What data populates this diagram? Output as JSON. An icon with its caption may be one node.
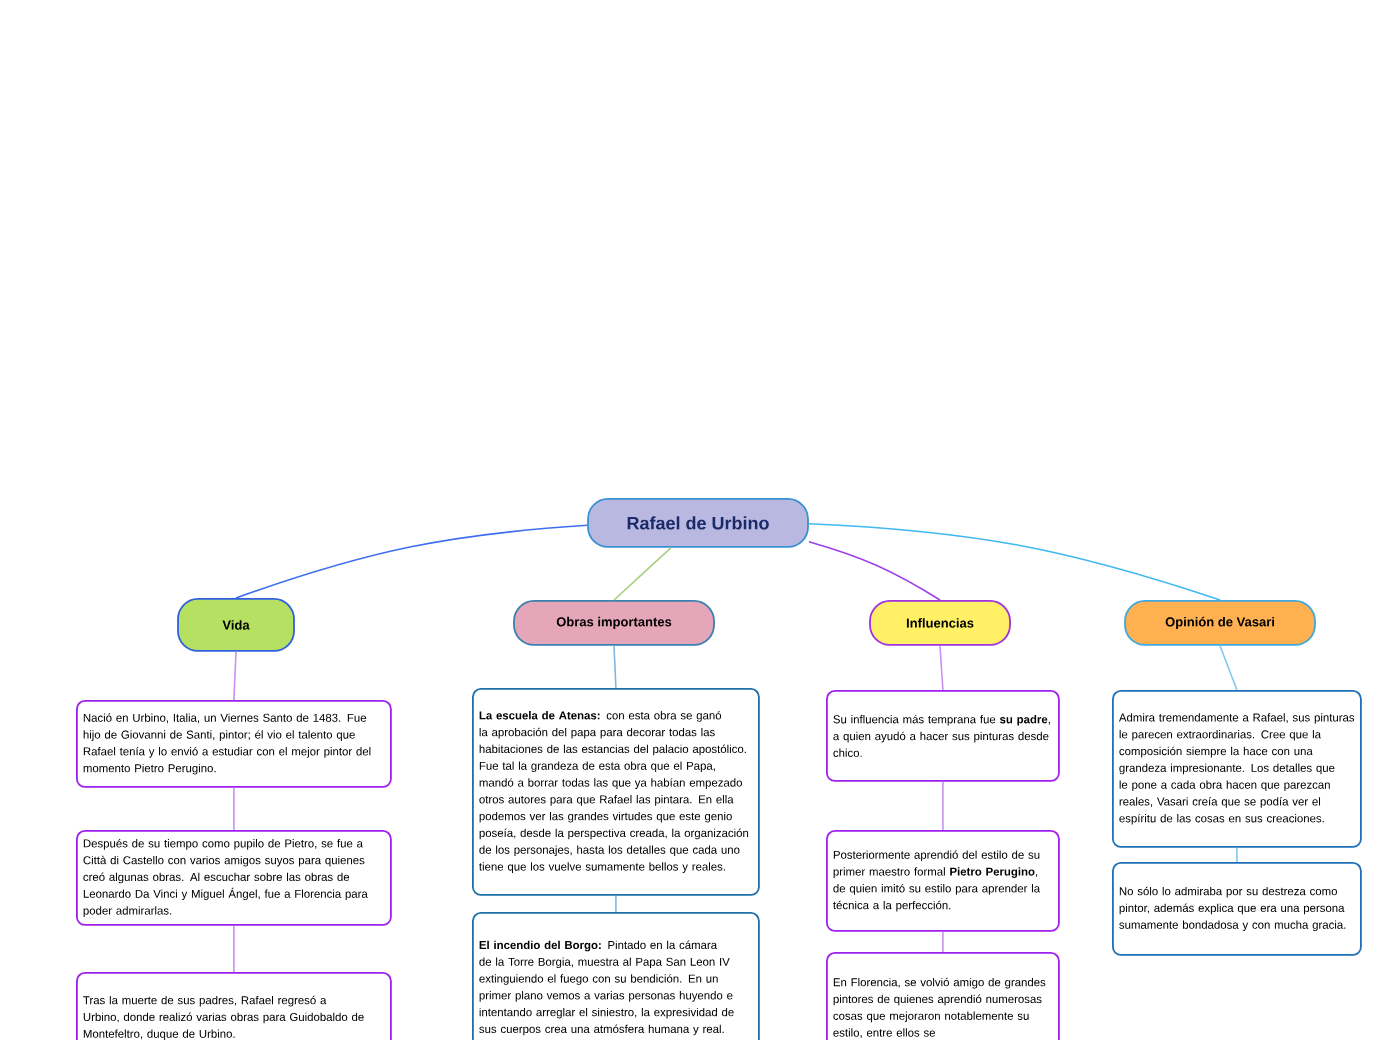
{
  "diagram": {
    "nodes": [
      {
        "text": [
          "Rafael de Urbino"
        ]
      },
      {
        "text": [
          "Vida"
        ]
      },
      {
        "text": [
          "Obras importantes"
        ]
      },
      {
        "text": [
          "Influencias"
        ]
      },
      {
        "text": [
          "Opinión de Vasari"
        ]
      },
      {
        "text": [
          "Nació en Urbino, Italia, un Viernes Santo de 1483. Fue hijo de Giovanni de Santi, pintor; él vio el talento que Rafael tenía y lo envió a estudiar con el mejor pintor del momento Pietro Perugino."
        ]
      },
      {
        "text": [
          "Después de su tiempo como pupilo de Pietro, se fue a Città di Castello con varios amigos suyos para quienes creó algunas obras. Al escuchar sobre las obras de Leonardo Da Vinci y Miguel Ángel, fue a Florencia para poder admirarlas."
        ]
      },
      {
        "text": [
          "Tras la muerte de sus padres, Rafael regresó a Urbino, donde realizó varias obras para Guidobaldo de Montefeltro, duque de Urbino."
        ]
      },
      {
        "text": [
          "**La escuela de Atenas:** con esta obra se ganó la aprobación del papa para decorar todas las habitaciones de las estancias del palacio apostólico. Fue tal la grandeza de esta obra que el Papa, mandó a borrar todas las que ya habían empezado otros autores para que Rafael las pintara. En ella podemos ver las grandes virtudes que este genio poseía, desde la perspectiva creada, la organización de los personajes, hasta los detalles que cada uno tiene que los vuelve sumamente bellos y reales."
        ]
      },
      {
        "text": [
          "**El incendio del Borgo:** Pintado en la cámara de la Torre Borgia, muestra al Papa San Leon IV extinguiendo el fuego con su bendición. En un primer plano vemos a varias personas huyendo e intentando arreglar el siniestro, la expresividad de sus cuerpos crea una atmósfera humana y real."
        ]
      },
      {
        "text": [
          "Su influencia más temprana fue **su padre**, a quien ayudó a hacer sus pinturas desde chico."
        ]
      },
      {
        "text": [
          "Posteriormente aprendió del estilo de su primer maestro formal **Pietro Perugino**, de quien imitó su estilo para aprender la técnica a la perfección."
        ]
      },
      {
        "text": [
          "En Florencia, se volvió amigo de grandes pintores de quienes aprendió numerosas cosas que mejoraron notablemente su estilo, entre ellos se"
        ]
      },
      {
        "text": [
          "Admira tremendamente a Rafael, sus pinturas le parecen extraordinarias. Cree que la composición siempre la hace con una grandeza impresionante. Los detalles que le pone a cada obra hacen que parezcan reales, Vasari creía que se podía ver el espíritu de las cosas en sus creaciones."
        ]
      },
      {
        "text": [
          "No sólo lo admiraba por su destreza como pintor, además explica que era una persona sumamente bondadosa y con mucha gracia."
        ]
      }
    ],
    "edges": [
      {
        "from": 0,
        "to": 1,
        "arrow": "none",
        "color": "#3f6ff0"
      },
      {
        "from": 0,
        "to": 2,
        "arrow": "none",
        "color": "#a8d080"
      },
      {
        "from": 0,
        "to": 3,
        "arrow": "none",
        "color": "#a040e8"
      },
      {
        "from": 0,
        "to": 4,
        "arrow": "none",
        "color": "#40b8f0"
      },
      {
        "from": 1,
        "to": 5,
        "arrow": "none",
        "color": "#c890f0"
      },
      {
        "from": 5,
        "to": 6,
        "arrow": "none",
        "color": "#c890f0"
      },
      {
        "from": 6,
        "to": 7,
        "arrow": "none",
        "color": "#c890f0"
      },
      {
        "from": 2,
        "to": 8,
        "arrow": "none",
        "color": "#80b8e0"
      },
      {
        "from": 8,
        "to": 9,
        "arrow": "none",
        "color": "#80b8e0"
      },
      {
        "from": 3,
        "to": 10,
        "arrow": "none",
        "color": "#c890f0"
      },
      {
        "from": 10,
        "to": 11,
        "arrow": "none",
        "color": "#c890f0"
      },
      {
        "from": 11,
        "to": 12,
        "arrow": "none",
        "color": "#c890f0"
      },
      {
        "from": 4,
        "to": 13,
        "arrow": "none",
        "color": "#80c8f0"
      },
      {
        "from": 13,
        "to": 14,
        "arrow": "none",
        "color": "#80c8f0"
      }
    ]
  }
}
